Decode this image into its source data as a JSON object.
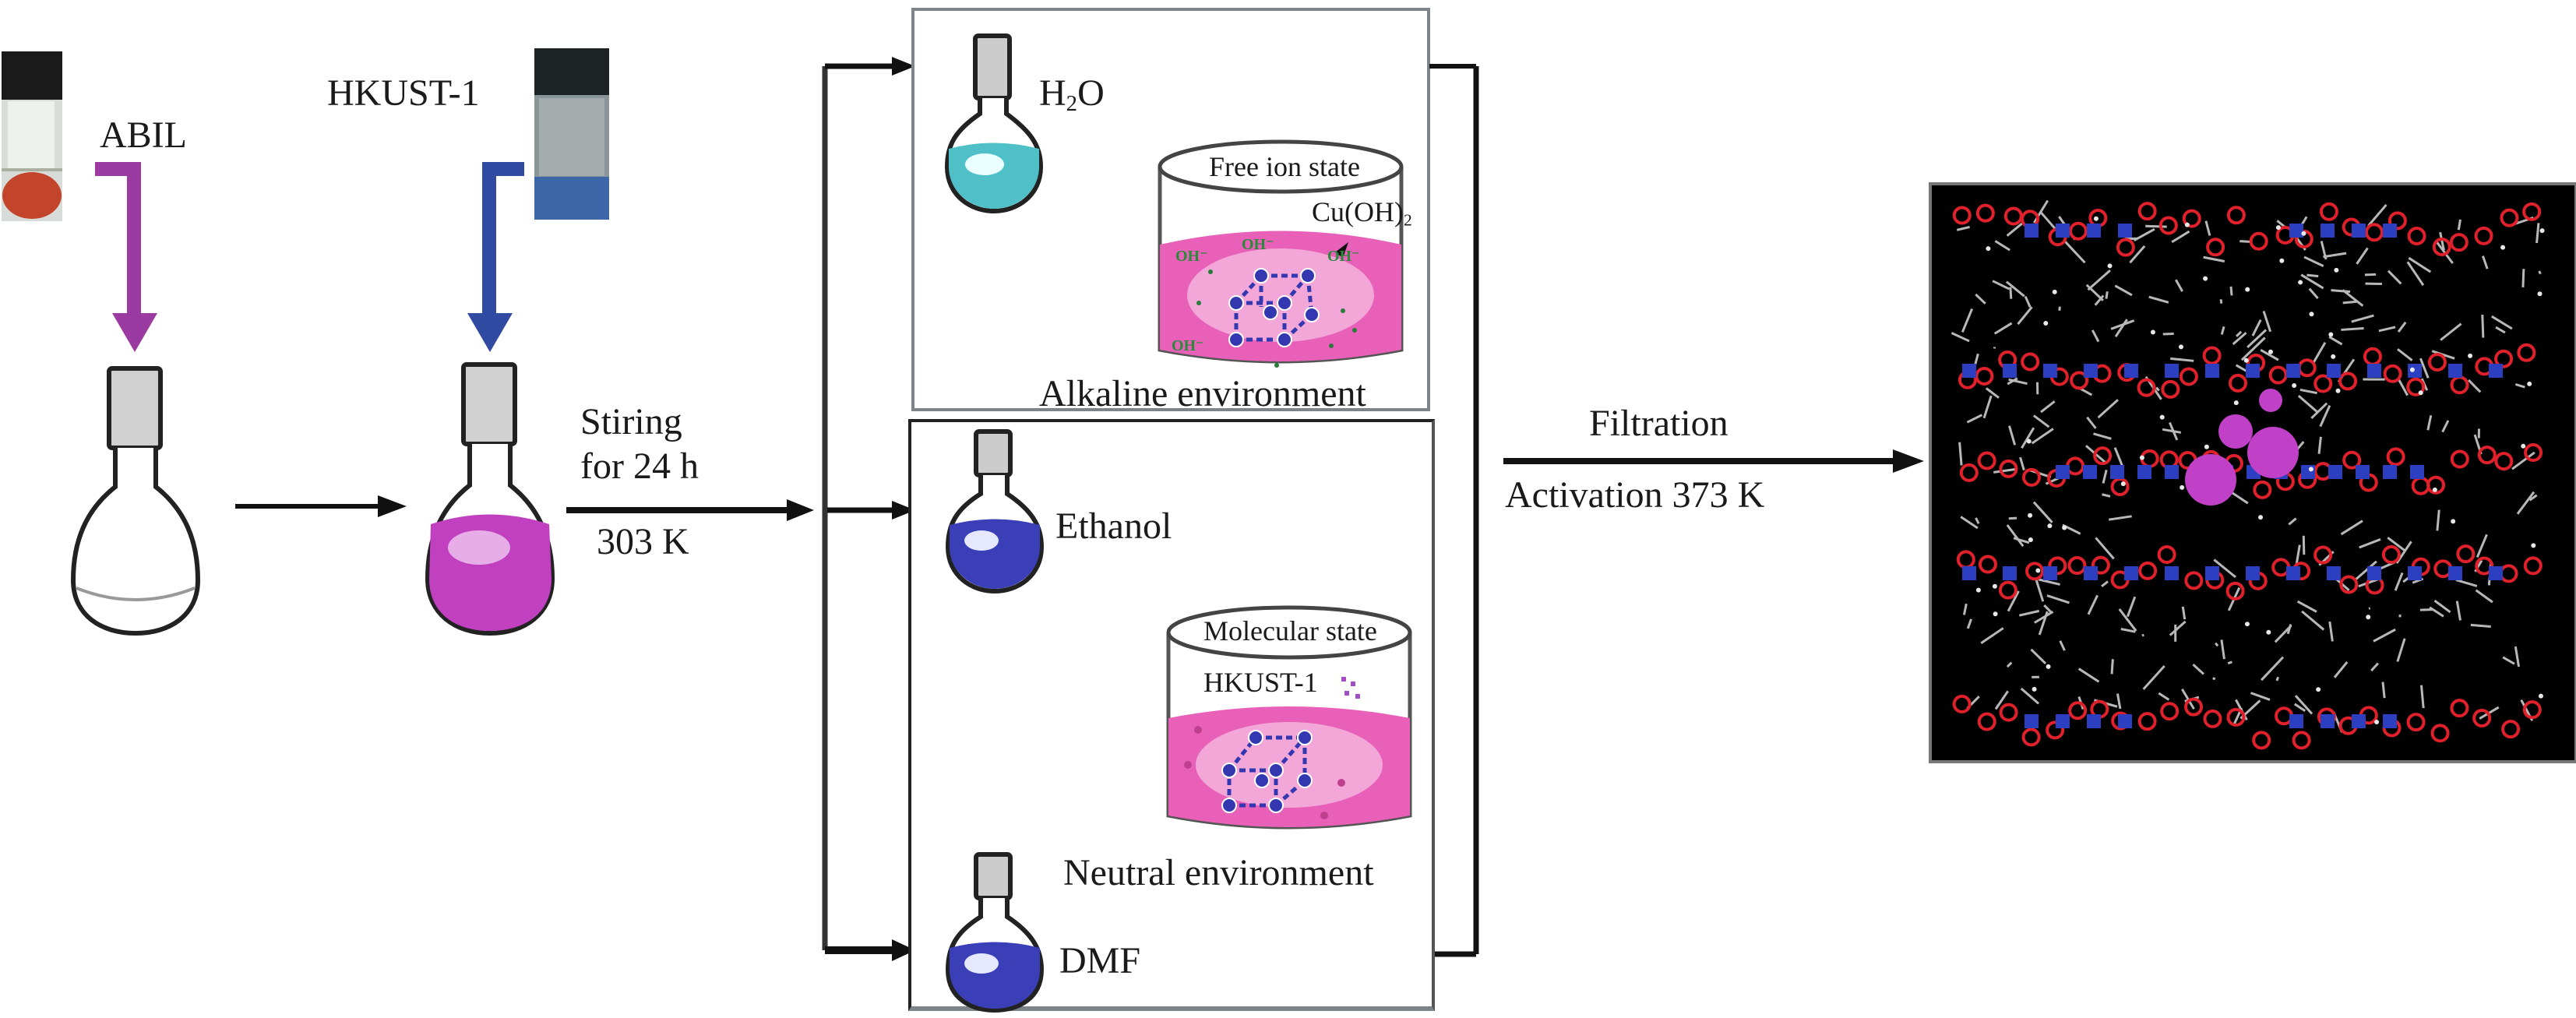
{
  "figure": {
    "reagents": {
      "abil": {
        "label": "ABIL",
        "vial_liquid_color": "#c2442a",
        "arrow_color": "#9b3aa0"
      },
      "hkust": {
        "label": "HKUST-1",
        "vial_liquid_color": "#3d66a8",
        "arrow_color": "#2f4aa0"
      }
    },
    "mixing_step": {
      "line1": "Stiring",
      "line2": "for 24 h",
      "temperature": "303 K",
      "mixture_color": "#c040c0"
    },
    "solvents": {
      "water": {
        "flask_label_main": "H",
        "flask_label_sub": "2",
        "flask_label_end": "O",
        "liquid_color": "#4fc0c8",
        "beaker_state": "Free ion state",
        "beaker_species_main": "Cu(OH)",
        "beaker_species_sub": "2",
        "ion_label": "OH⁻",
        "environment": "Alkaline environment"
      },
      "ethanol": {
        "flask_label": "Ethanol",
        "liquid_color": "#3a3fb8"
      },
      "dmf": {
        "flask_label": "DMF",
        "liquid_color": "#3a3fb8"
      },
      "shared": {
        "beaker_state": "Molecular state",
        "beaker_species": "HKUST-1",
        "environment": "Neutral environment"
      }
    },
    "final_step": {
      "line1": "Filtration",
      "line2": "Activation 373 K"
    },
    "structure_image": {
      "description": "HKUST-1 framework with encapsulated ionic liquid (magenta spheres)",
      "colors": {
        "background": "#000000",
        "copper": "#2b3fc0",
        "oxygen": "#e0202a",
        "carbon": "#b8b8b8",
        "guest": "#c040c8"
      }
    }
  }
}
